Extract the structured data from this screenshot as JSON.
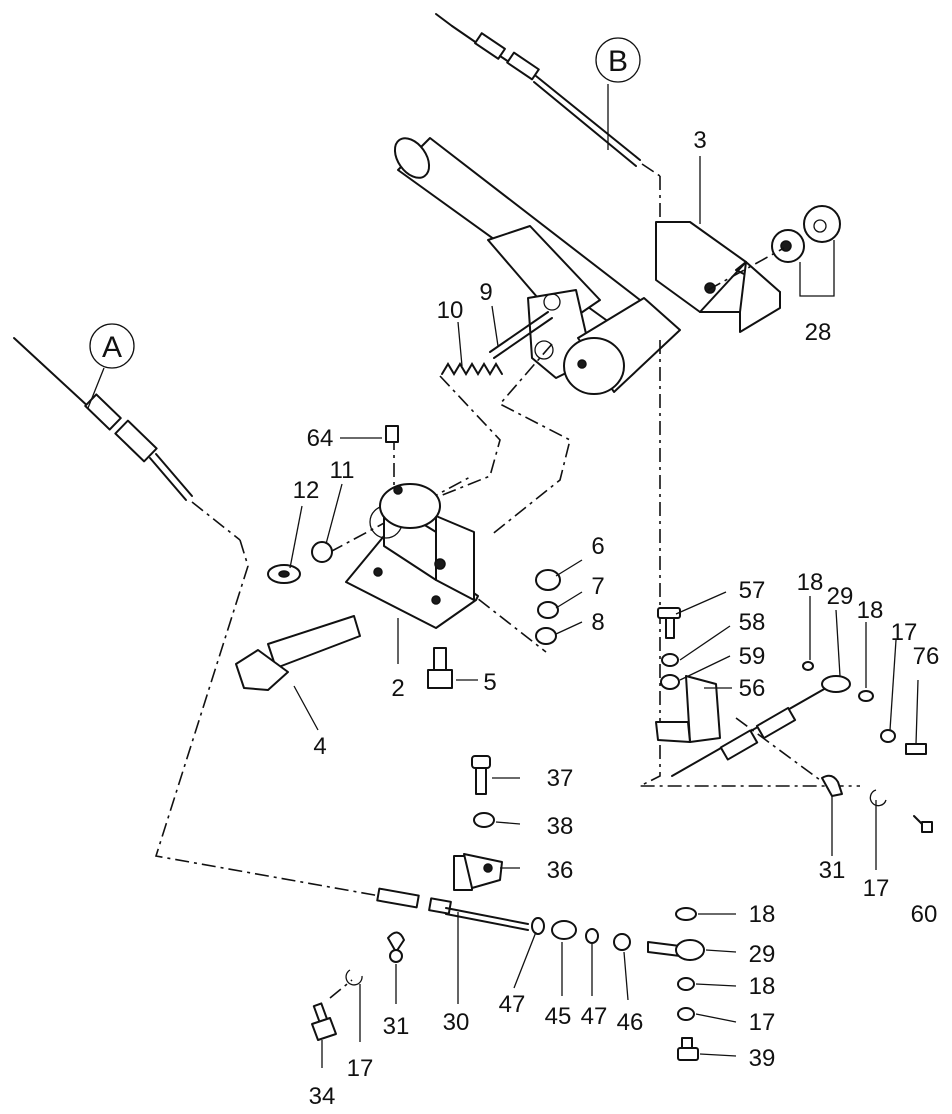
{
  "references": [
    {
      "id": "ref-a",
      "text": "A"
    },
    {
      "id": "ref-b",
      "text": "B"
    }
  ],
  "part_numbers": [
    {
      "id": "p3",
      "text": "3"
    },
    {
      "id": "p28",
      "text": "28"
    },
    {
      "id": "p10",
      "text": "10"
    },
    {
      "id": "p9",
      "text": "9"
    },
    {
      "id": "p64",
      "text": "64"
    },
    {
      "id": "p12",
      "text": "12"
    },
    {
      "id": "p11",
      "text": "11"
    },
    {
      "id": "p6",
      "text": "6"
    },
    {
      "id": "p7",
      "text": "7"
    },
    {
      "id": "p8",
      "text": "8"
    },
    {
      "id": "p2",
      "text": "2"
    },
    {
      "id": "p5",
      "text": "5"
    },
    {
      "id": "p4",
      "text": "4"
    },
    {
      "id": "p57",
      "text": "57"
    },
    {
      "id": "p58",
      "text": "58"
    },
    {
      "id": "p59",
      "text": "59"
    },
    {
      "id": "p56",
      "text": "56"
    },
    {
      "id": "p18a",
      "text": "18"
    },
    {
      "id": "p29a",
      "text": "29"
    },
    {
      "id": "p18b",
      "text": "18"
    },
    {
      "id": "p17a",
      "text": "17"
    },
    {
      "id": "p76",
      "text": "76"
    },
    {
      "id": "p31a",
      "text": "31"
    },
    {
      "id": "p17b",
      "text": "17"
    },
    {
      "id": "p60",
      "text": "60"
    },
    {
      "id": "p37",
      "text": "37"
    },
    {
      "id": "p38",
      "text": "38"
    },
    {
      "id": "p36",
      "text": "36"
    },
    {
      "id": "p30",
      "text": "30"
    },
    {
      "id": "p47a",
      "text": "47"
    },
    {
      "id": "p45",
      "text": "45"
    },
    {
      "id": "p47b",
      "text": "47"
    },
    {
      "id": "p46",
      "text": "46"
    },
    {
      "id": "p18c",
      "text": "18"
    },
    {
      "id": "p29b",
      "text": "29"
    },
    {
      "id": "p18d",
      "text": "18"
    },
    {
      "id": "p17c",
      "text": "17"
    },
    {
      "id": "p39",
      "text": "39"
    },
    {
      "id": "p31b",
      "text": "31"
    },
    {
      "id": "p17d",
      "text": "17"
    },
    {
      "id": "p34",
      "text": "34"
    }
  ]
}
